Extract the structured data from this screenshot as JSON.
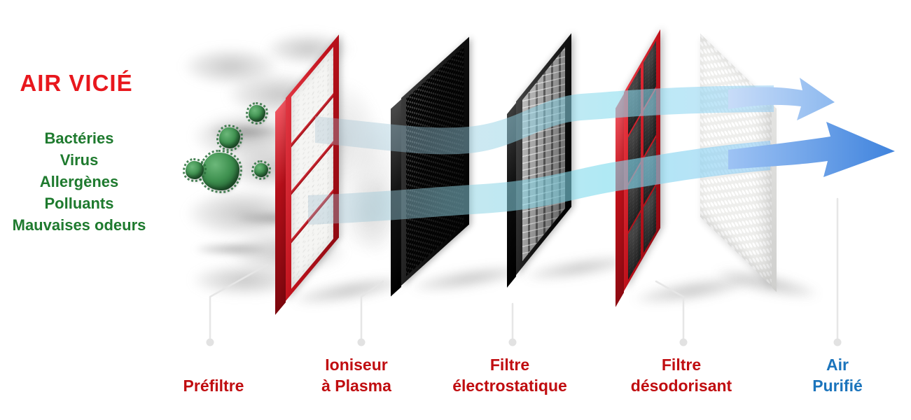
{
  "header": {
    "title": "AIR VICIÉ"
  },
  "pollutants": [
    "Bactéries",
    "Virus",
    "Allergènes",
    "Polluants",
    "Mauvaises odeurs"
  ],
  "stages": [
    {
      "line1": "",
      "line2": "Préfiltre"
    },
    {
      "line1": "Ioniseur",
      "line2": "à Plasma"
    },
    {
      "line1": "Filtre",
      "line2": "électrostatique"
    },
    {
      "line1": "Filtre",
      "line2": "désodorisant"
    },
    {
      "line1": "Air",
      "line2": "Purifié"
    }
  ],
  "colors": {
    "title_red": "#e8171d",
    "label_red": "#c00d10",
    "clean_blue": "#1b74bc",
    "pollutant_green": "#1e7a2e",
    "frame_red": "#c1121c",
    "frame_black": "#141414",
    "flow_cyan": "#8fe0ee",
    "flow_blue": "#4a90e8"
  }
}
